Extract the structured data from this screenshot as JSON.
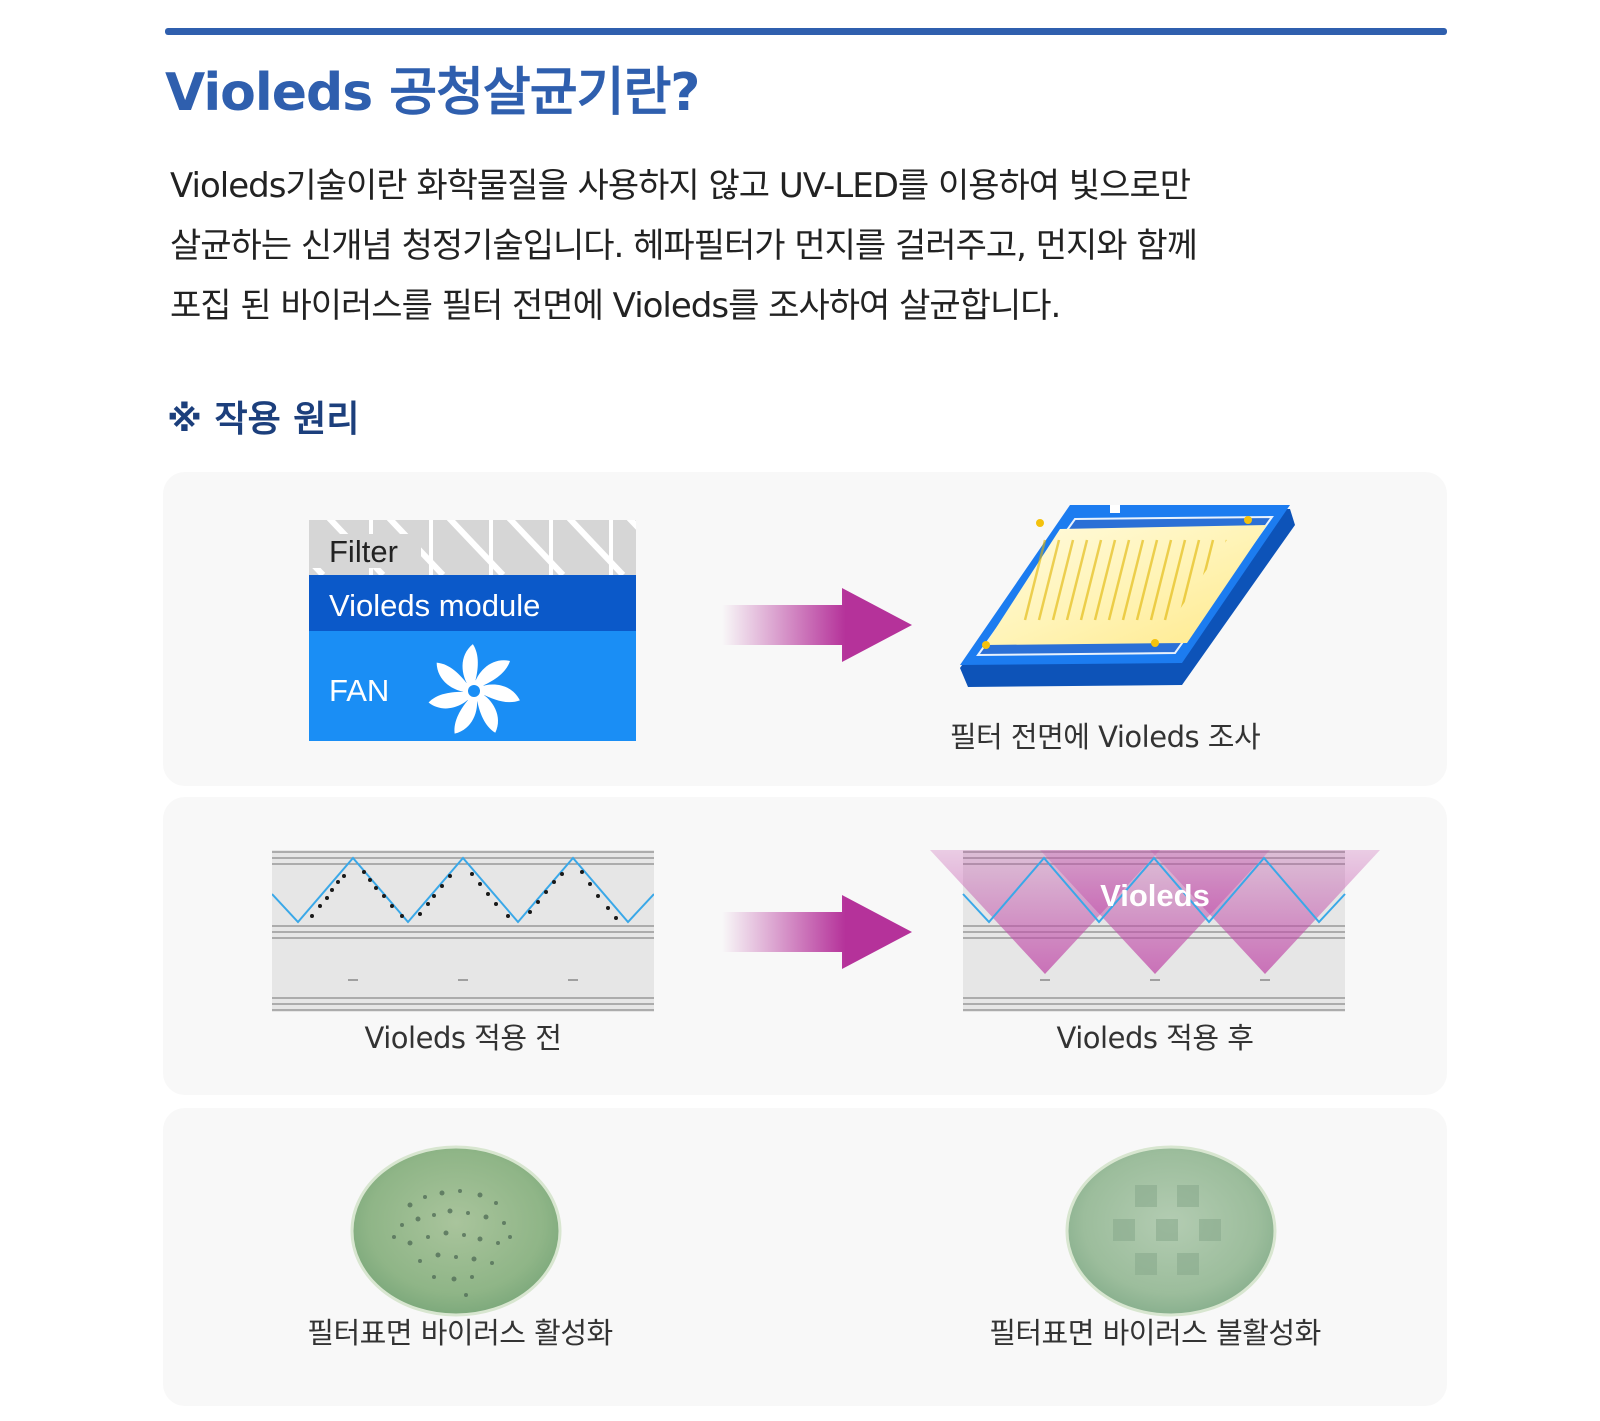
{
  "header": {
    "title": "Violeds 공청살균기란?",
    "intro_lines": [
      "Violeds기술이란 화학물질을 사용하지 않고 UV-LED를 이용하여 빛으로만",
      "살균하는 신개념 청정기술입니다. 헤파필터가 먼지를 걸러주고, 먼지와 함께",
      "포집 된 바이러스를 필터 전면에 Violeds를 조사하여 살균합니다."
    ]
  },
  "section": {
    "title": "※ 작용 원리"
  },
  "panel1": {
    "module_labels": {
      "filter": "Filter",
      "module": "Violeds module",
      "fan": "FAN"
    },
    "led_caption": "필터 전면에 Violeds 조사",
    "icons": [
      "fan-icon",
      "arrow-right-icon"
    ]
  },
  "panel2": {
    "before_caption": "Violeds 적용 전",
    "after_caption": "Violeds 적용 후",
    "violeds_label": "Violeds"
  },
  "panel3": {
    "active_caption": "필터표면 바이러스 활성화",
    "inactive_caption": "필터표면 바이러스 불활성화"
  },
  "colors": {
    "title_blue": "#2f5fae",
    "section_navy": "#1c3f7c",
    "module_blue": "#0b59c9",
    "fan_blue": "#1a8ef5",
    "arrow_magenta": "#b5329a",
    "filter_line_blue": "#3aa8e8",
    "panel_bg": "#f8f8f8"
  }
}
